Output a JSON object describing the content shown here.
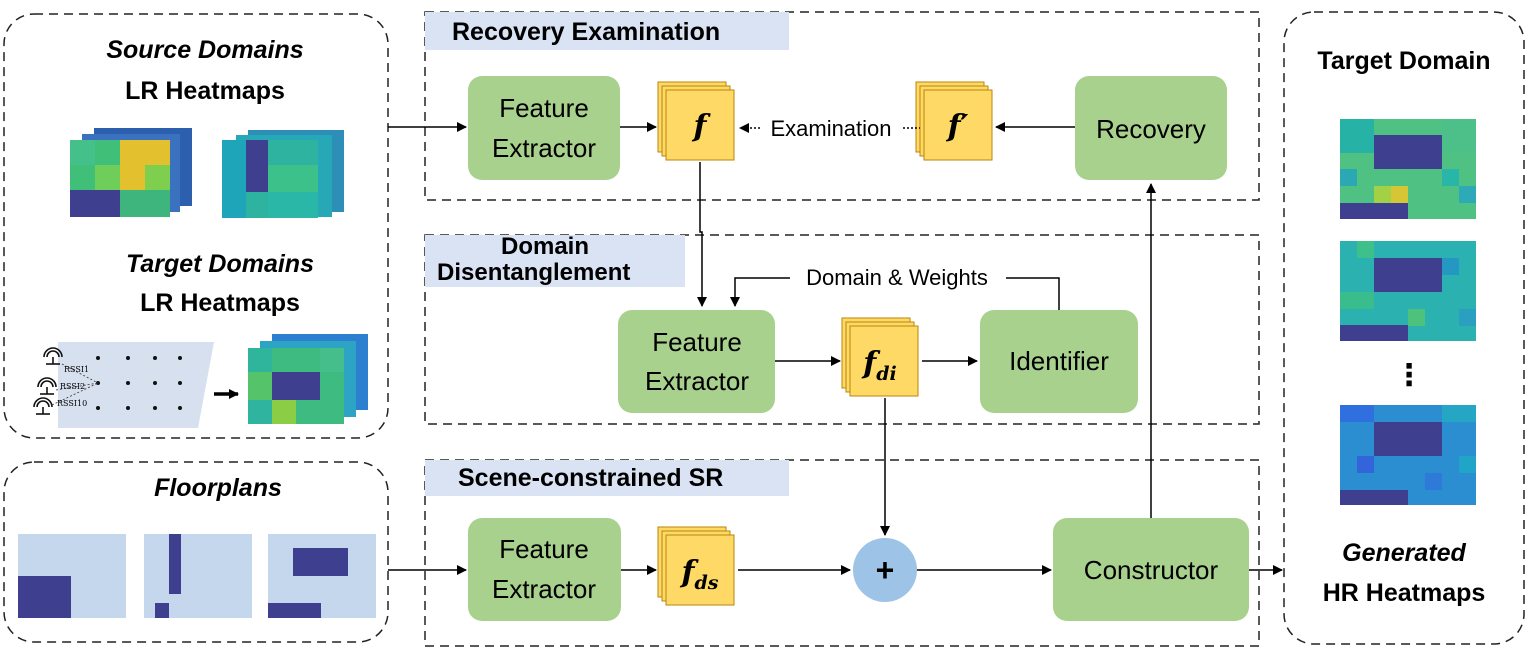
{
  "left": {
    "source_title": "Source Domains",
    "source_subtitle": "LR Heatmaps",
    "target_title": "Target Domains",
    "target_subtitle": "LR Heatmaps",
    "rssi_labels": [
      "RSSI1",
      "RSSI2",
      "RSSI10"
    ]
  },
  "floorplans": {
    "title": "Floorplans"
  },
  "recovery": {
    "section_label": "Recovery Examination",
    "extractor_line1": "Feature",
    "extractor_line2": "Extractor",
    "feature": "f",
    "examination_label": "Examination",
    "feature_prime": "f′",
    "recovery_label": "Recovery"
  },
  "disentangle": {
    "section_line1": "Domain",
    "section_line2": "Disentanglement",
    "feedback_label": "Domain & Weights",
    "extractor_line1": "Feature",
    "extractor_line2": "Extractor",
    "feature_base": "f",
    "feature_sub": "di",
    "identifier_label": "Identifier"
  },
  "scene": {
    "section_label": "Scene-constrained SR",
    "extractor_line1": "Feature",
    "extractor_line2": "Extractor",
    "feature_base": "f",
    "feature_sub": "ds",
    "plus": "+",
    "constructor_label": "Constructor"
  },
  "right": {
    "title": "Target Domain",
    "ellipsis": "⋮",
    "generated_title": "Generated",
    "generated_subtitle": "HR Heatmaps"
  },
  "colors": {
    "green_box": "#a9d18e",
    "feature_yellow": "#ffd966",
    "section_label_bg": "#dae3f3",
    "floorplan_bg": "#c5d7ec",
    "dark_block": "#3f3f8f",
    "plus_circle": "#9dc3e6"
  }
}
